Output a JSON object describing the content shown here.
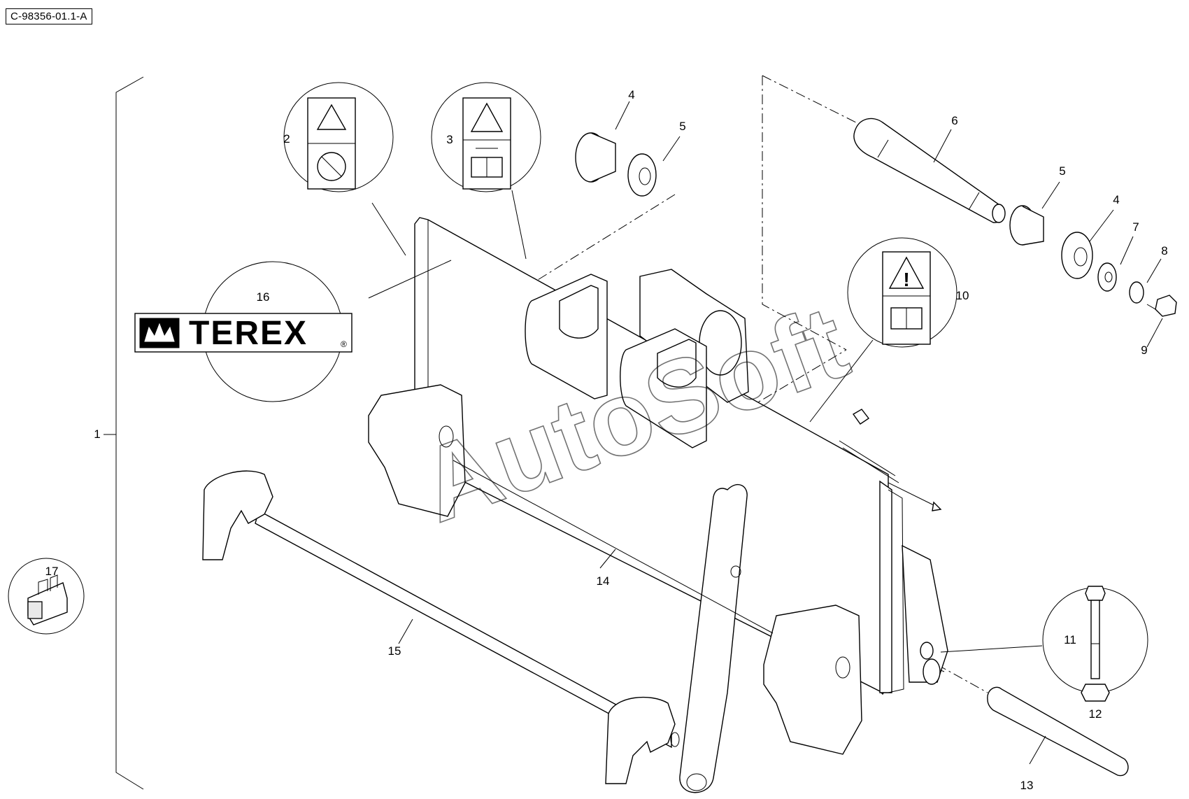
{
  "reference_code": "C-98356-01.1-A",
  "brand": {
    "name": "TEREX",
    "registered_mark": "®"
  },
  "watermark": "AutoSoft",
  "callouts": {
    "p1": "1",
    "p2": "2",
    "p3": "3",
    "p4a": "4",
    "p4b": "4",
    "p5a": "5",
    "p5b": "5",
    "p6": "6",
    "p7": "7",
    "p8": "8",
    "p9": "9",
    "p10": "10",
    "p11": "11",
    "p12": "12",
    "p13": "13",
    "p14": "14",
    "p15": "15",
    "p16": "16",
    "p17": "17"
  },
  "icons": {
    "decal_2": [
      "hot-surface-warning-icon",
      "do-not-touch-icon"
    ],
    "decal_3": [
      "hand-crush-warning-icon",
      "key-removal-icon",
      "read-manual-icon"
    ],
    "decal_10": [
      "general-warning-icon",
      "read-manual-icon"
    ]
  }
}
